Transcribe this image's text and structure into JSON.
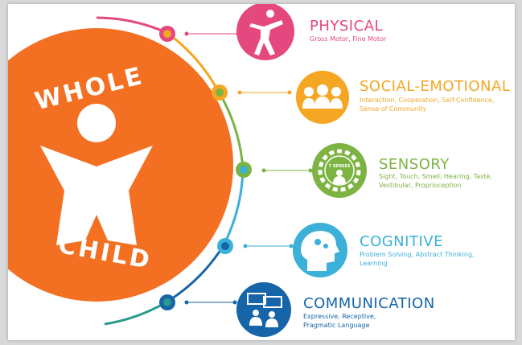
{
  "center": {
    "line1": "WHOLE",
    "line2": "CHILD",
    "color": "#f36f21"
  },
  "items": [
    {
      "title": "PHYSICAL",
      "subtitle": "Gross Motor, Fine Motor",
      "color": "#e4487e",
      "icon": "person-stretch-icon"
    },
    {
      "title": "SOCIAL-EMOTIONAL",
      "subtitle": "Interaction, Cooperation, Self-Confidence, Sense of Community",
      "color": "#f5a623",
      "icon": "group-people-icon"
    },
    {
      "title": "SENSORY",
      "subtitle": "Sight, Touch, Smell, Hearing, Taste, Vestibular, Proprioception",
      "color": "#7cb342",
      "icon": "seven-senses-icon",
      "badge": "7 SENSES"
    },
    {
      "title": "COGNITIVE",
      "subtitle": "Problem Solving, Abstract Thinking, Learning",
      "color": "#3bb0d9",
      "icon": "head-gears-icon"
    },
    {
      "title": "COMMUNICATION",
      "subtitle": "Expressive, Receptive, Pragmatic Language",
      "color": "#1565a8",
      "icon": "speech-bubbles-icon"
    }
  ]
}
